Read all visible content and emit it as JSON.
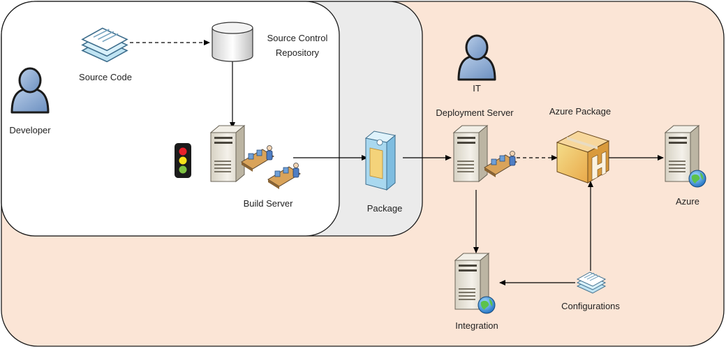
{
  "labels": {
    "developer": "Developer",
    "source_code": "Source Code",
    "source_control_line1": "Source Control",
    "source_control_line2": "Repository",
    "build_server": "Build Server",
    "package": "Package",
    "it": "IT",
    "deployment_server": "Deployment Server",
    "azure_package": "Azure Package",
    "azure": "Azure",
    "integration": "Integration",
    "configurations": "Configurations"
  },
  "colors": {
    "outer_region": "#fbe5d6",
    "middle_region": "#ebebeb",
    "inner_region": "#ffffff",
    "person": "#8fafd6",
    "server": "#e9e5da",
    "box": "#e6b87a",
    "traffic_red": "#e8202a",
    "traffic_yellow": "#f7e11a",
    "traffic_green": "#7ec242"
  }
}
